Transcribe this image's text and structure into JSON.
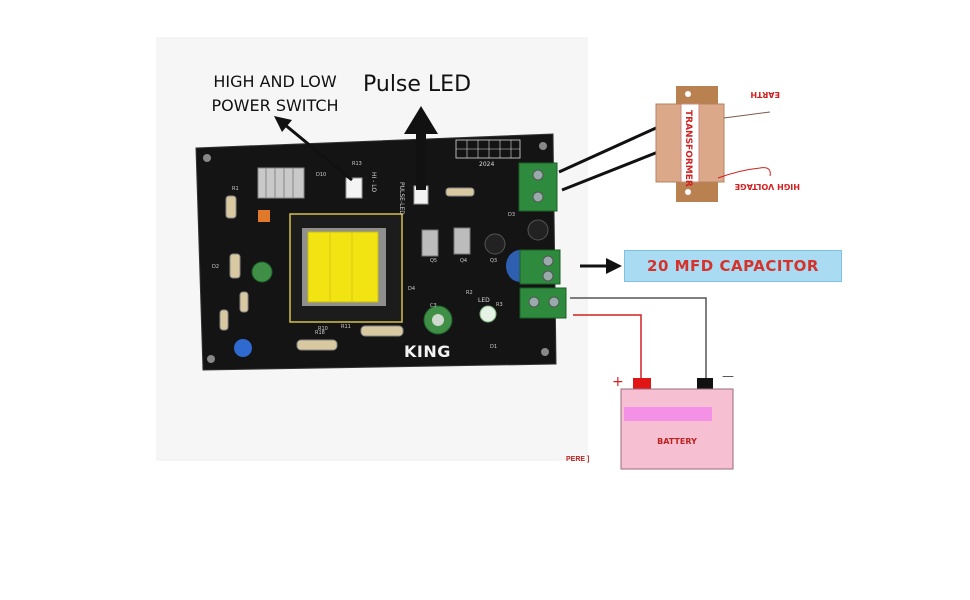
{
  "labels": {
    "power_switch_line1": "HIGH AND LOW",
    "power_switch_line2": "POWER SWITCH",
    "pulse_led": "Pulse LED",
    "capacitor": "20 MFD CAPACITOR",
    "transformer": "TRANSFORMER",
    "earth": "EARTH",
    "high_voltage": "HIGH VOLTAGE",
    "battery": "BATTERY",
    "ampere_fragment": "PERE ]",
    "battery_plus": "+",
    "battery_minus": "—"
  },
  "board": {
    "brand": "KING",
    "year": "2024",
    "switch_silk": "HI - LO",
    "led_silk": "PULSE-LED",
    "led_label": "LED",
    "parts": [
      "R13",
      "R10",
      "R11",
      "R18",
      "D10",
      "Q5",
      "Q4",
      "Q3",
      "D3",
      "D4",
      "C3",
      "R1",
      "R2",
      "R3",
      "D1",
      "D2"
    ]
  },
  "colors": {
    "board": "#141414",
    "terminal_green": "#2e8b3e",
    "transformer_body": "#dba98a",
    "transformer_tab": "#b9814f",
    "capacitor_box": "#a9dbf2",
    "capacitor_text": "#d6322c",
    "battery_body": "#f6bfd2",
    "battery_stripe": "#f490e6",
    "wire_red": "#d22020",
    "coil_yellow": "#f2e313"
  }
}
